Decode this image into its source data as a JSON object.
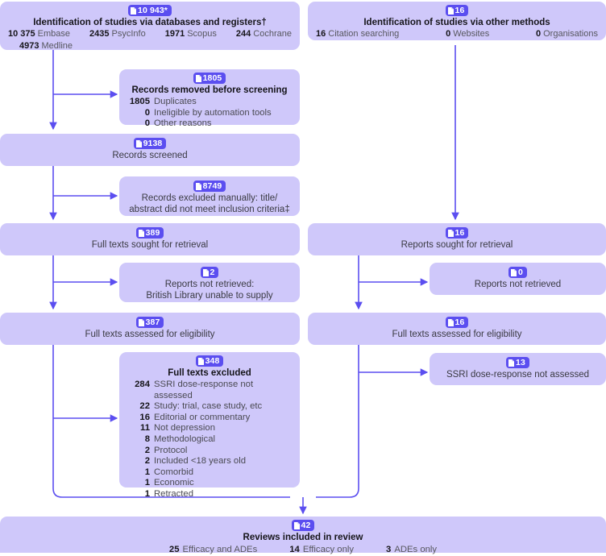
{
  "meta": {
    "accent": "#5b4ef0",
    "box_fill": "#cfc8fa",
    "icon": "document-icon"
  },
  "left_column": {
    "identification": {
      "badge": "10 943*",
      "title": "Identification of studies via databases and registers†",
      "sources": [
        {
          "n": "10 375",
          "label": "Embase"
        },
        {
          "n": "2435",
          "label": "PsycInfo"
        },
        {
          "n": "1971",
          "label": "Scopus"
        },
        {
          "n": "244",
          "label": "Cochrane"
        },
        {
          "n": "4973",
          "label": "Medline"
        }
      ]
    },
    "removed_before_screening": {
      "badge": "1805",
      "title": "Records removed before screening",
      "items": [
        {
          "n": "1805",
          "label": "Duplicates"
        },
        {
          "n": "0",
          "label": "Ineligible by automation tools"
        },
        {
          "n": "0",
          "label": "Other reasons"
        }
      ]
    },
    "records_screened": {
      "badge": "9138",
      "title": "Records screened"
    },
    "records_excluded": {
      "badge": "8749",
      "line1": "Records excluded manually: title/",
      "line2": "abstract did not meet inclusion criteria‡"
    },
    "full_texts_sought": {
      "badge": "389",
      "title": "Full texts sought for retrieval"
    },
    "reports_not_retrieved": {
      "badge": "2",
      "line1": "Reports not retrieved:",
      "line2": "British Library unable to supply"
    },
    "full_texts_assessed": {
      "badge": "387",
      "title": "Full texts assessed for eligibility"
    },
    "full_texts_excluded": {
      "badge": "348",
      "title": "Full texts excluded",
      "items": [
        {
          "n": "284",
          "label": "SSRI dose-response not assessed"
        },
        {
          "n": "22",
          "label": "Study: trial, case study, etc"
        },
        {
          "n": "16",
          "label": "Editorial or commentary"
        },
        {
          "n": "11",
          "label": "Not depression"
        },
        {
          "n": "8",
          "label": "Methodological"
        },
        {
          "n": "2",
          "label": "Protocol"
        },
        {
          "n": "2",
          "label": "Included <18 years old"
        },
        {
          "n": "1",
          "label": "Comorbid"
        },
        {
          "n": "1",
          "label": "Economic"
        },
        {
          "n": "1",
          "label": "Retracted"
        }
      ]
    }
  },
  "right_column": {
    "identification": {
      "badge": "16",
      "title": "Identification of studies via other methods",
      "sources": [
        {
          "n": "16",
          "label": "Citation searching"
        },
        {
          "n": "0",
          "label": "Websites"
        },
        {
          "n": "0",
          "label": "Organisations"
        }
      ]
    },
    "reports_sought": {
      "badge": "16",
      "title": "Reports sought for retrieval"
    },
    "reports_not_retrieved": {
      "badge": "0",
      "title": "Reports not retrieved"
    },
    "full_texts_assessed": {
      "badge": "16",
      "title": "Full texts assessed for eligibility"
    },
    "dose_response_not_assessed": {
      "badge": "13",
      "title": "SSRI dose-response not assessed"
    }
  },
  "included": {
    "badge": "42",
    "title": "Reviews included in review",
    "stats": [
      {
        "n": "25",
        "label": "Efficacy and ADEs"
      },
      {
        "n": "14",
        "label": "Efficacy only"
      },
      {
        "n": "3",
        "label": "ADEs only"
      }
    ]
  }
}
